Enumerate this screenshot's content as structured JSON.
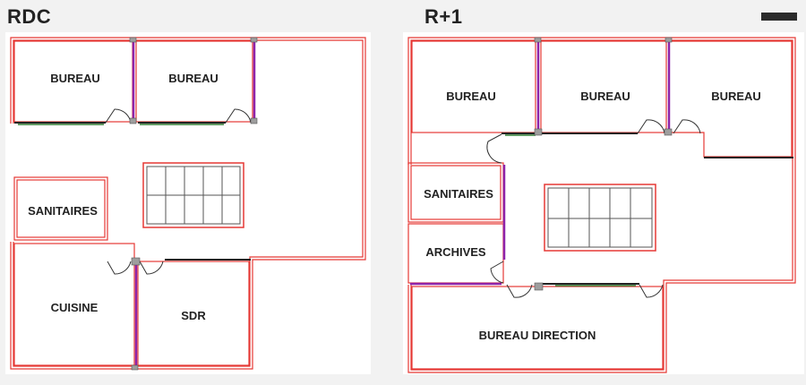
{
  "floors": [
    {
      "id": "rdc",
      "title": "RDC",
      "rooms": [
        {
          "id": "bureau-1",
          "label": "BUREAU"
        },
        {
          "id": "bureau-2",
          "label": "BUREAU"
        },
        {
          "id": "sanitaires",
          "label": "SANITAIRES"
        },
        {
          "id": "cuisine",
          "label": "CUISINE"
        },
        {
          "id": "sdr",
          "label": "SDR"
        }
      ]
    },
    {
      "id": "r1",
      "title": "R+1",
      "rooms": [
        {
          "id": "bureau-1",
          "label": "BUREAU"
        },
        {
          "id": "bureau-2",
          "label": "BUREAU"
        },
        {
          "id": "bureau-3",
          "label": "BUREAU"
        },
        {
          "id": "sanitaires",
          "label": "SANITAIRES"
        },
        {
          "id": "archives",
          "label": "ARCHIVES"
        },
        {
          "id": "bureau-direction",
          "label": "BUREAU DIRECTION"
        }
      ]
    }
  ],
  "colors": {
    "background": "#f2f2f2",
    "floor": "#ffffff",
    "outline": "#e53935",
    "wall": "#222222",
    "partition": "#8e24aa",
    "threshold": "#2e7d32",
    "pillar": "#9e9e9e",
    "stair_grid": "#555555"
  }
}
